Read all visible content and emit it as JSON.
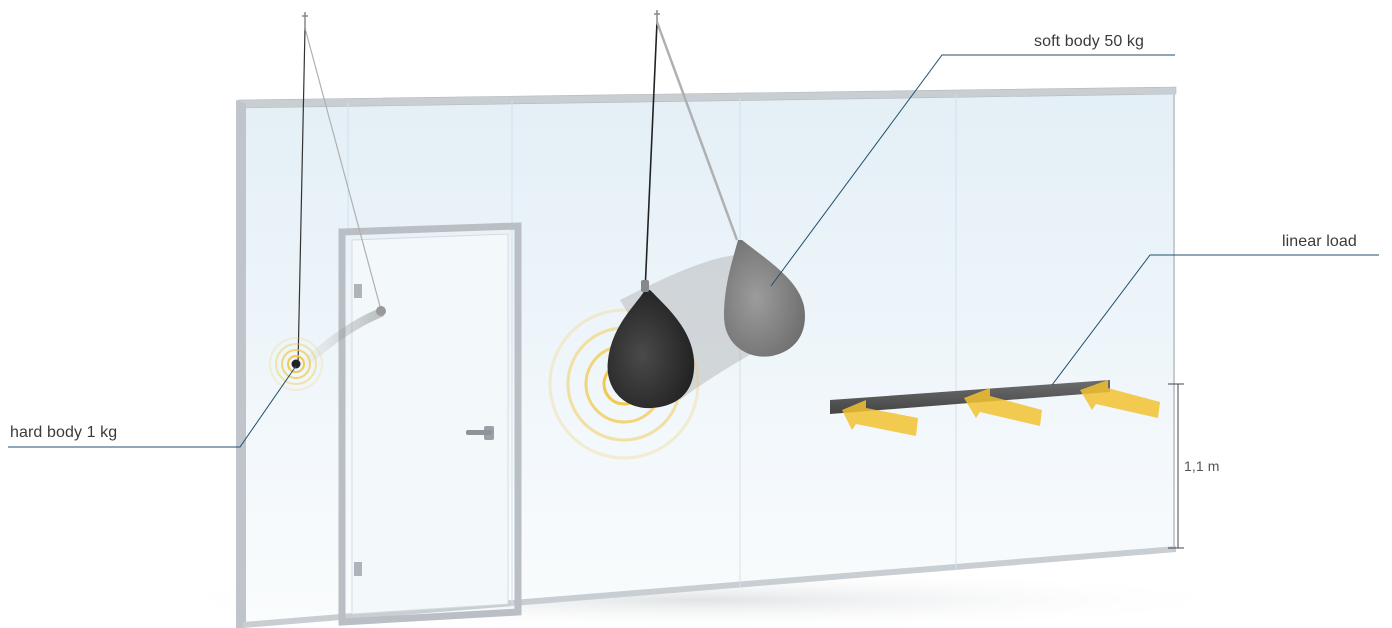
{
  "labels": {
    "soft_body": "soft body 50 kg",
    "linear_load": "linear load",
    "hard_body": "hard body 1 kg",
    "height": "1,1 m"
  },
  "colors": {
    "leader_line": "#1f4f6b",
    "frame": "#c6cbd0",
    "glass": "#eaf3f8",
    "ring": "#f2c94c",
    "arrow": "#f2c230",
    "bag_dark": "#2b2b2b",
    "bag_ghost": "#8a8a8a",
    "beam": "#5a5a5a"
  },
  "icons": {
    "hard_body": "small-steel-ball-icon",
    "soft_body": "punching-bag-icon",
    "impact": "impact-rings-icon",
    "load": "arrow-icon"
  }
}
